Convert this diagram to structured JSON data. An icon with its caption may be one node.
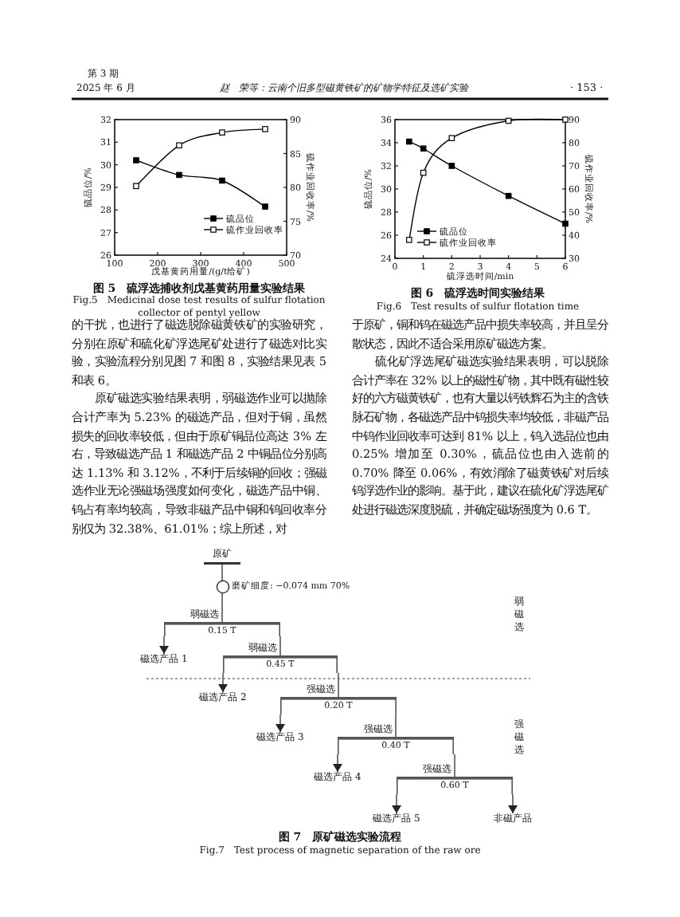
{
  "diagram": {
    "nodes": [
      {
        "text": [
          "原矿"
        ]
      },
      {
        "text": [],
        "shape": "circle",
        "beside": [
          "磨矿细度: −0.074 mm 70%"
        ]
      },
      {
        "text": [
          "弱磁选",
          "0.15 T"
        ]
      },
      {
        "text": [
          "磁选产品 1"
        ]
      },
      {
        "text": [
          "弱磁选",
          "0.45 T"
        ]
      },
      {
        "text": [
          "磁选产品 2"
        ]
      },
      {
        "text": [
          "强磁选",
          "0.20 T"
        ]
      },
      {
        "text": [
          "磁选产品 3"
        ]
      },
      {
        "text": [
          "强磁选",
          "0.40 T"
        ]
      },
      {
        "text": [
          "磁选产品 4"
        ]
      },
      {
        "text": [
          "强磁选",
          "0.60 T"
        ]
      },
      {
        "text": [
          "磁选产品 5"
        ]
      },
      {
        "text": [
          "非磁产品"
        ]
      }
    ],
    "edges": [
      {
        "from": 0,
        "to": 1,
        "arrow": "none"
      },
      {
        "from": 1,
        "to": 2,
        "arrow": "none"
      },
      {
        "from": 2,
        "to": 3,
        "arrow": "to"
      },
      {
        "from": 2,
        "to": 4,
        "arrow": "none"
      },
      {
        "from": 4,
        "to": 5,
        "arrow": "to"
      },
      {
        "from": 4,
        "to": 6,
        "arrow": "none"
      },
      {
        "from": 6,
        "to": 7,
        "arrow": "to"
      },
      {
        "from": 6,
        "to": 8,
        "arrow": "none"
      },
      {
        "from": 8,
        "to": 9,
        "arrow": "to"
      },
      {
        "from": 8,
        "to": 10,
        "arrow": "none"
      },
      {
        "from": 10,
        "to": 11,
        "arrow": "to"
      },
      {
        "from": 10,
        "to": 12,
        "arrow": "to"
      }
    ],
    "labels": [
      "第 3 期",
      "2025 年 6 月",
      "赵　荣等：云南个旧多型磁黄铁矿的矿物学特征及选矿实验",
      "· 153 ·",
      "图 5　硫浮选捕收剂戊基黄药用量实验结果",
      "Fig.5　Medicinal dose test results of sulfur flotation collector of pentyl yellow",
      "图 6　硫浮选时间实验结果",
      "Fig.6　Test results of sulfur flotation time",
      "的干扰，也进行了磁选脱除磁黄铁矿的实验研究，分别在原矿和硫化矿浮选尾矿处进行了磁选对比实验，实验流程分别见图 7 和图 8，实验结果见表 5 和表 6。",
      "原矿磁选实验结果表明，弱磁选作业可以抛除合计产率为 5.23% 的磁选产品，但对于铜，虽然损失的回收率较低，但由于原矿铜品位高达 3% 左右，导致磁选产品 1 和磁选产品 2 中铜品位分别高达 1.13% 和 3.12%，不利于后续铜的回收；强磁选作业无论强磁场强度如何变化，磁选产品中铜、钨占有率均较高，导致非磁产品中铜和钨回收率分别仅为 32.38%、61.01%；综上所述，对",
      "于原矿，铜和钨在磁选产品中损失率较高，并且呈分散状态，因此不适合采用原矿磁选方案。",
      "硫化矿浮选尾矿磁选实验结果表明，可以脱除合计产率在 32% 以上的磁性矿物，其中既有磁性较好的六方磁黄铁矿，也有大量以钙铁辉石为主的含铁脉石矿物，各磁选产品中钨损失率均较低，非磁产品中钨作业回收率可达到 81% 以上，钨入选品位也由 0.25% 增加至 0.30%，硫品位也由入选前的 0.70% 降至 0.06%，有效消除了磁黄铁矿对后续钨浮选作业的影响。基于此，建议在硫化矿浮选尾矿处进行磁选深度脱硫，并确定磁场强度为 0.6 T。",
      "弱磁选",
      "强磁选",
      "图 7　原矿磁选实验流程",
      "Fig.7　Test process of magnetic separation of the raw ore"
    ],
    "chart_data": [
      {
        "type": "line",
        "xlabel": "戊基黄药用量/(g/t给矿)",
        "ylabel": "硫品位/%",
        "y2label": "硫作业回收率/%",
        "x": [
          150,
          250,
          350,
          450
        ],
        "xlim": [
          100,
          500
        ],
        "xticks": [
          100,
          200,
          300,
          400,
          500
        ],
        "ylim": [
          26,
          32
        ],
        "yticks": [
          26,
          27,
          28,
          29,
          30,
          31,
          32
        ],
        "y2lim": [
          70,
          90
        ],
        "y2ticks": [
          70,
          75,
          80,
          85,
          90
        ],
        "series": [
          {
            "name": "硫品位",
            "color": "#000000",
            "marker": "square",
            "values": [
              30.2,
              29.55,
              29.3,
              28.15
            ]
          },
          {
            "name": "硫作业回收率",
            "color": "#000000",
            "marker": "square",
            "axis": "y2",
            "values": [
              80.2,
              86.2,
              88.1,
              88.6
            ]
          }
        ],
        "legend": "lower right"
      },
      {
        "type": "line",
        "xlabel": "硫浮选时间/min",
        "ylabel": "硫品位/%",
        "y2label": "硫作业回收率/%",
        "x": [
          0.5,
          1,
          2,
          4,
          6
        ],
        "xlim": [
          0,
          6
        ],
        "xticks": [
          0,
          1,
          2,
          3,
          4,
          5,
          6
        ],
        "ylim": [
          24,
          36
        ],
        "yticks": [
          24,
          26,
          28,
          30,
          32,
          34,
          36
        ],
        "y2lim": [
          30,
          90
        ],
        "y2ticks": [
          30,
          40,
          50,
          60,
          70,
          80,
          90
        ],
        "series": [
          {
            "name": "硫品位",
            "color": "#000000",
            "marker": "square",
            "values": [
              34.1,
              33.5,
              32.0,
              29.4,
              27.0
            ]
          },
          {
            "name": "硫作业回收率",
            "color": "#000000",
            "marker": "square",
            "axis": "y2",
            "values": [
              38,
              67,
              82,
              89.5,
              90
            ]
          }
        ],
        "legend": "lower left"
      }
    ]
  }
}
